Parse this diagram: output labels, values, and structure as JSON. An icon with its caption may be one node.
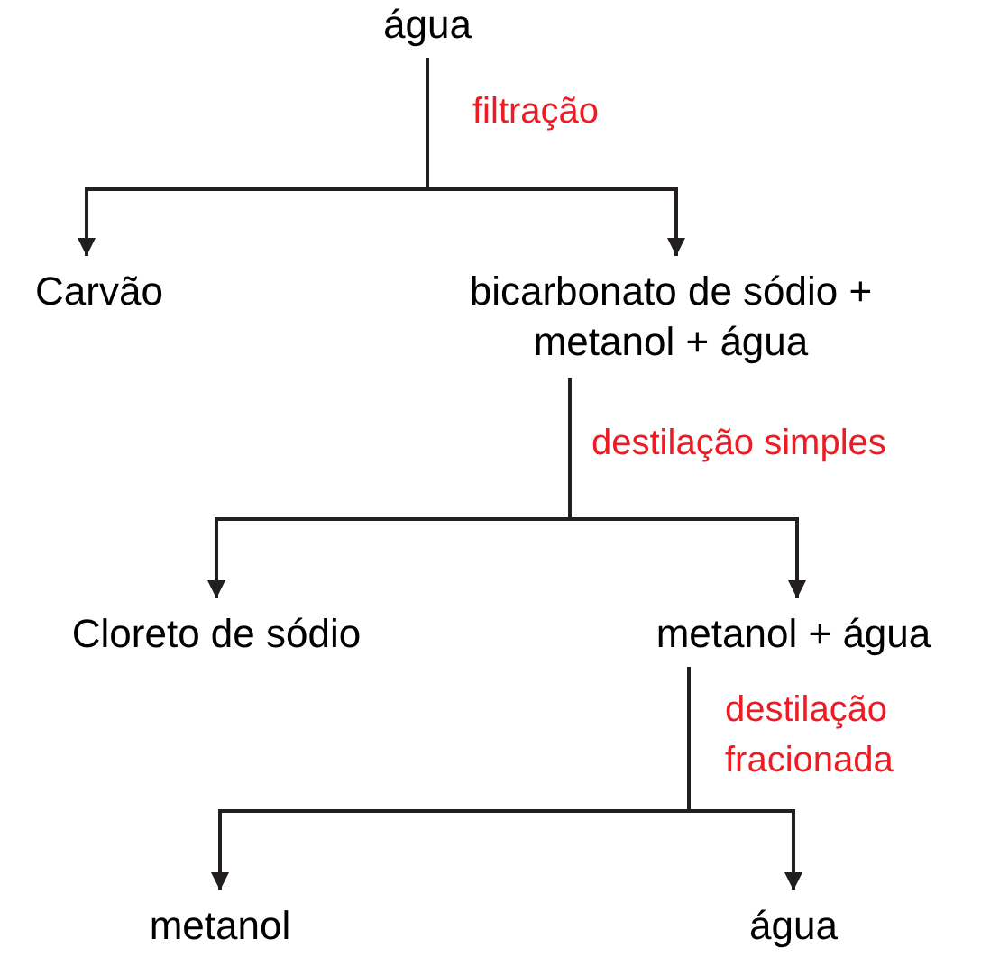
{
  "diagram": {
    "nodes": [
      {
        "text": [
          "água"
        ]
      },
      {
        "text": [
          "Carvão"
        ]
      },
      {
        "text": [
          "bicarbonato de sódio + metanol + água"
        ]
      },
      {
        "text": [
          "Cloreto de sódio"
        ]
      },
      {
        "text": [
          "metanol + água"
        ]
      },
      {
        "text": [
          "metanol"
        ]
      },
      {
        "text": [
          "água"
        ]
      }
    ],
    "edges": [
      {
        "from": 0,
        "to": 1,
        "arrow": "to",
        "label": "filtração"
      },
      {
        "from": 0,
        "to": 2,
        "arrow": "to"
      },
      {
        "from": 2,
        "to": 3,
        "arrow": "to",
        "label": "destilação simples"
      },
      {
        "from": 2,
        "to": 4,
        "arrow": "to"
      },
      {
        "from": 4,
        "to": 5,
        "arrow": "to",
        "label": "destilação fracionada"
      },
      {
        "from": 4,
        "to": 6,
        "arrow": "to"
      }
    ]
  }
}
